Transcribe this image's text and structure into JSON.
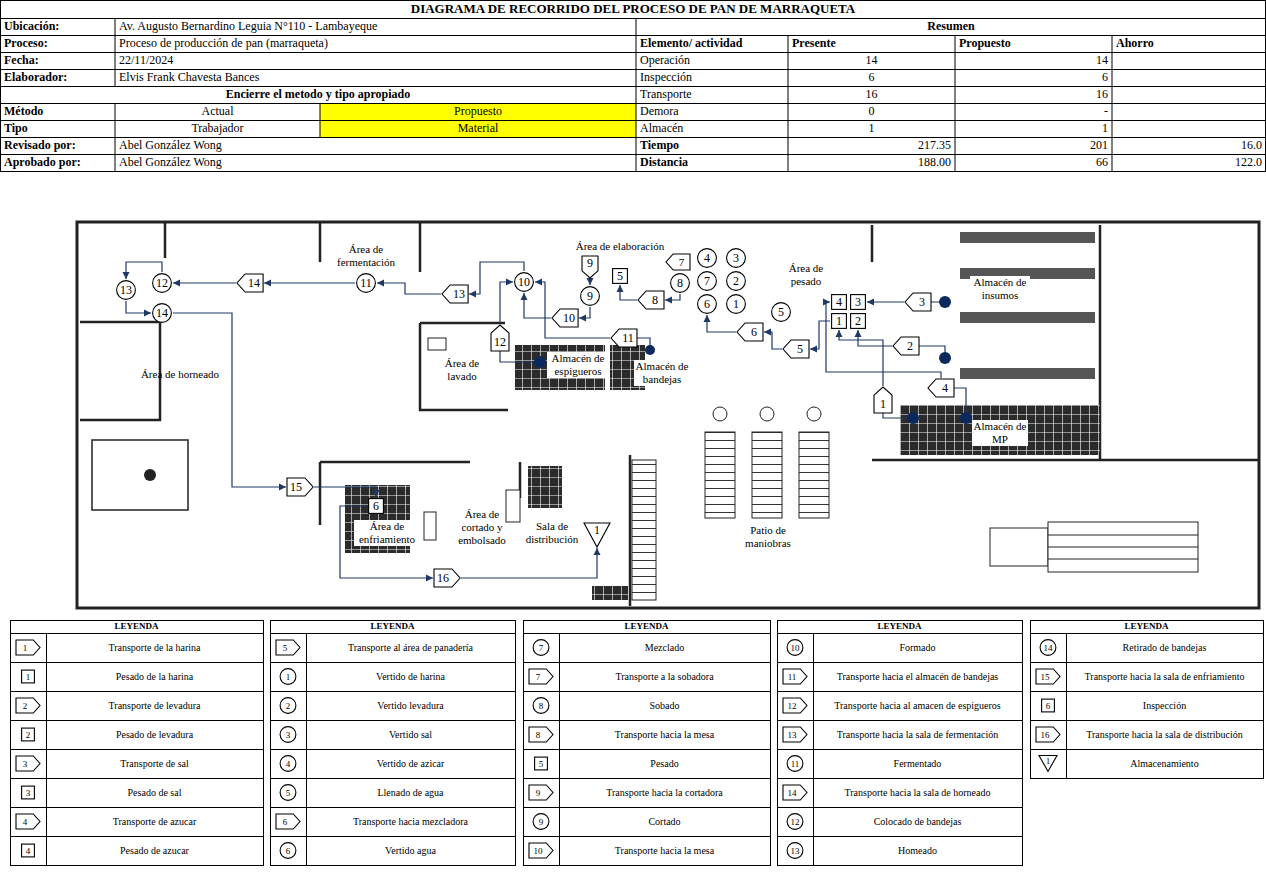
{
  "diagram": {
    "title": "DIAGRAMA DE RECORRIDO DEL PROCESO DE PAN DE MARRAQUETA",
    "nodes": [
      {
        "text": [
          "1"
        ]
      },
      {
        "text": [
          "1"
        ]
      },
      {
        "text": [
          "2"
        ]
      },
      {
        "text": [
          "2"
        ]
      },
      {
        "text": [
          "3"
        ]
      },
      {
        "text": [
          "3"
        ]
      },
      {
        "text": [
          "4"
        ]
      },
      {
        "text": [
          "4"
        ]
      },
      {
        "text": [
          "5"
        ]
      },
      {
        "text": [
          "1"
        ]
      },
      {
        "text": [
          "2"
        ]
      },
      {
        "text": [
          "3"
        ]
      },
      {
        "text": [
          "4"
        ]
      },
      {
        "text": [
          "5"
        ]
      },
      {
        "text": [
          "6"
        ]
      },
      {
        "text": [
          "6"
        ]
      },
      {
        "text": [
          "7"
        ]
      },
      {
        "text": [
          "7"
        ]
      },
      {
        "text": [
          "8"
        ]
      },
      {
        "text": [
          "8"
        ]
      },
      {
        "text": [
          "5"
        ]
      },
      {
        "text": [
          "9"
        ]
      },
      {
        "text": [
          "9"
        ]
      },
      {
        "text": [
          "10"
        ]
      },
      {
        "text": [
          "10"
        ]
      },
      {
        "text": [
          "11"
        ]
      },
      {
        "text": [
          "12"
        ]
      },
      {
        "text": [
          "13"
        ]
      },
      {
        "text": [
          "11"
        ]
      },
      {
        "text": [
          "14"
        ]
      },
      {
        "text": [
          "12"
        ]
      },
      {
        "text": [
          "13"
        ]
      },
      {
        "text": [
          "14"
        ]
      },
      {
        "text": [
          "15"
        ]
      },
      {
        "text": [
          "6"
        ]
      },
      {
        "text": [
          "16"
        ]
      },
      {
        "text": [
          "1"
        ]
      }
    ],
    "edges": [
      {
        "from": 0,
        "to": 1,
        "arrow": "to"
      },
      {
        "from": 2,
        "to": 3,
        "arrow": "to"
      },
      {
        "from": 4,
        "to": 5,
        "arrow": "to"
      },
      {
        "from": 6,
        "to": 7,
        "arrow": "to"
      },
      {
        "from": 1,
        "to": 8,
        "arrow": "to"
      },
      {
        "from": 8,
        "to": 14,
        "arrow": "to"
      },
      {
        "from": 14,
        "to": 15,
        "arrow": "to"
      },
      {
        "from": 18,
        "to": 19,
        "arrow": "to"
      },
      {
        "from": 19,
        "to": 20,
        "arrow": "to"
      },
      {
        "from": 21,
        "to": 22,
        "arrow": "to"
      },
      {
        "from": 22,
        "to": 23,
        "arrow": "to"
      },
      {
        "from": 23,
        "to": 24,
        "arrow": "to"
      },
      {
        "from": 25,
        "to": 24,
        "arrow": "to"
      },
      {
        "from": 26,
        "to": 24,
        "arrow": "to"
      },
      {
        "from": 24,
        "to": 27,
        "arrow": "to"
      },
      {
        "from": 27,
        "to": 28,
        "arrow": "to"
      },
      {
        "from": 28,
        "to": 29,
        "arrow": "to"
      },
      {
        "from": 29,
        "to": 30,
        "arrow": "to"
      },
      {
        "from": 30,
        "to": 31,
        "arrow": "to"
      },
      {
        "from": 31,
        "to": 32,
        "arrow": "to"
      },
      {
        "from": 32,
        "to": 33,
        "arrow": "to"
      },
      {
        "from": 33,
        "to": 34,
        "arrow": "to"
      },
      {
        "from": 34,
        "to": 35,
        "arrow": "to"
      },
      {
        "from": 35,
        "to": 36,
        "arrow": "to"
      }
    ],
    "labels": [
      "Ubicación:",
      "Av. Augusto Bernardino Leguia N°110 - Lambayeque",
      "Proceso:",
      "Proceso de producción de pan (marraqueta)",
      "Fecha:",
      "22/11/2024",
      "Elaborador:",
      "Elvis Frank Chavesta Bances",
      "Encierre el metodo y tipo apropiado",
      "Método",
      "Actual",
      "Propuesto",
      "Tipo",
      "Trabajador",
      "Material",
      "Revisado por:",
      "Abel González Wong",
      "Aprobado por:",
      "Abel González Wong",
      "Resumen",
      "Elemento/ actividad",
      "Presente",
      "Propuesto",
      "Ahorro",
      "Operación",
      "14",
      "14",
      "Inspección",
      "6",
      "6",
      "Transporte",
      "16",
      "16",
      "Demora",
      "0",
      "-",
      "Almacén",
      "1",
      "1",
      "Tiempo",
      "217.35",
      "201",
      "16.0",
      "Distancia",
      "188.00",
      "66",
      "122.0",
      "Área de fermentación",
      "Área de elaboración",
      "Área de pesado",
      "Almacén de insumos",
      "Almacén de MP",
      "Área de lavado",
      "Almacén de espigueros",
      "Almacén de bandejas",
      "Área de horneado",
      "Área de enfriamiento",
      "Área de cortado y embolsado",
      "Sala de distribución",
      "Patio de maniobras",
      "LEYENDA",
      "LEYENDA",
      "LEYENDA",
      "LEYENDA",
      "LEYENDA",
      "1",
      "1",
      "2",
      "2",
      "3",
      "3",
      "4",
      "4",
      "5",
      "1",
      "2",
      "3",
      "4",
      "5",
      "6",
      "6",
      "7",
      "7",
      "8",
      "8",
      "5",
      "9",
      "9",
      "10",
      "10",
      "11",
      "12",
      "13",
      "11",
      "14",
      "12",
      "13",
      "14",
      "15",
      "6",
      "16",
      "1"
    ],
    "legend": [
      {
        "text": "Transporte de la harina"
      },
      {
        "text": "Pesado de la harina"
      },
      {
        "text": "Transporte de levadura"
      },
      {
        "text": "Pesado de levadura"
      },
      {
        "text": "Transporte de sal"
      },
      {
        "text": "Pesado de sal"
      },
      {
        "text": "Transporte de azucar"
      },
      {
        "text": "Pesado de azucar"
      },
      {
        "text": "Transporte al área de panadería"
      },
      {
        "text": "Vertido de harina"
      },
      {
        "text": "Vertido levadura"
      },
      {
        "text": "Vertido sal"
      },
      {
        "text": "Vertido de azicar"
      },
      {
        "text": "Llenado de agua"
      },
      {
        "text": "Transporte hacia mezcladora"
      },
      {
        "text": "Vertido agua"
      },
      {
        "text": "Mezclado"
      },
      {
        "text": "Transporte a la sobadora"
      },
      {
        "text": "Sobado"
      },
      {
        "text": "Transporte hacia la mesa"
      },
      {
        "text": "Pesado"
      },
      {
        "text": "Transporte hacia la cortadora"
      },
      {
        "text": "Cortado"
      },
      {
        "text": "Transporte hacia la mesa"
      },
      {
        "text": "Formado"
      },
      {
        "text": "Transporte hacia el almacén de bandejas"
      },
      {
        "text": "Transporte hacia al amacen de espigueros"
      },
      {
        "text": "Transporte hacia la sala de fermentación"
      },
      {
        "text": "Fermentado"
      },
      {
        "text": "Transporte hacia la sala de horneado"
      },
      {
        "text": "Colocado de bandejas"
      },
      {
        "text": "Homeado"
      },
      {
        "text": "Retirado de bandejas"
      },
      {
        "text": "Transporte hacia la sala de enfriamiento"
      },
      {
        "text": "Inspección"
      },
      {
        "text": "Transporte hacia la sala de distribución"
      },
      {
        "text": "Almacenamiento"
      }
    ]
  }
}
